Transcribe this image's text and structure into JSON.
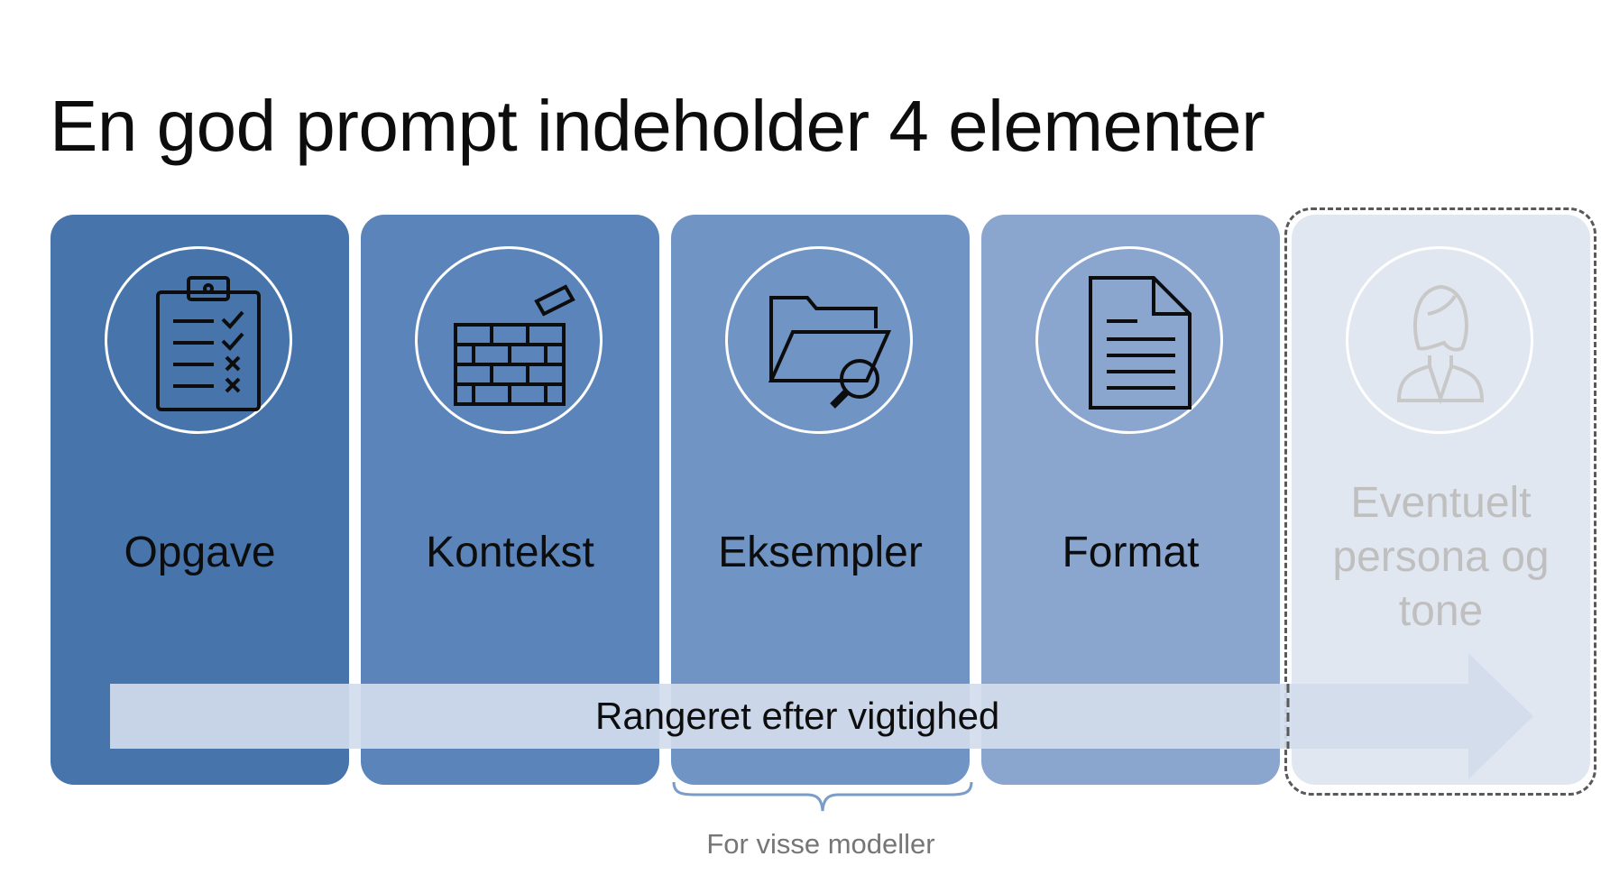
{
  "title": "En god prompt indeholder 4 elementer",
  "cards": [
    {
      "label": "Opgave",
      "icon": "clipboard-checklist-icon",
      "color": "#4774ab"
    },
    {
      "label": "Kontekst",
      "icon": "brick-wall-icon",
      "color": "#5b85ba"
    },
    {
      "label": "Eksempler",
      "icon": "folder-search-icon",
      "color": "#7094c4"
    },
    {
      "label": "Format",
      "icon": "document-icon",
      "color": "#8aa6cf"
    },
    {
      "label": "Eventuelt persona og tone",
      "icon": "person-icon",
      "color": "#e1e7f1"
    }
  ],
  "arrow": {
    "label": "Rangeret efter vigtighed",
    "color": "#d3dcec"
  },
  "note": "For visse modeller",
  "colors": {
    "border_dashed": "#595959",
    "brace": "#7a9cc9",
    "note_text": "#767676"
  }
}
